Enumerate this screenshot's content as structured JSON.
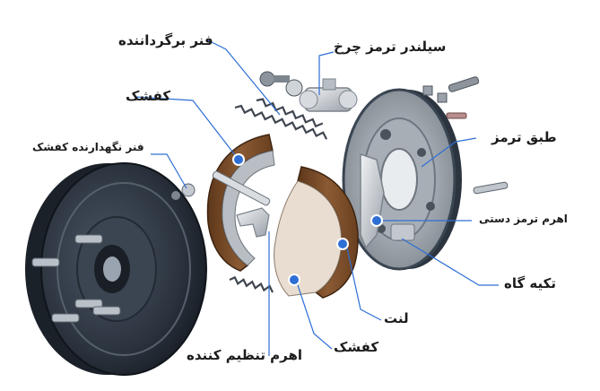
{
  "colors": {
    "leader": "#2e6fd6",
    "marker": "#2e6fd6",
    "label_text": "#1c1c1c",
    "drum": "#2c3440",
    "lining": "#7a4a25",
    "backing_plate": "#3a4552"
  },
  "labels": {
    "return_spring": "فنر برگرداننده",
    "wheel_cylinder": "سیلندر ترمز چرخ",
    "shoe_top": "کفشک",
    "hold_down_spring": "فنر نگهدارنده کفشک",
    "backing_plate": "طبق ترمز",
    "parking_lever": "اهرم ترمز دستی",
    "anchor": "تکیه گاه",
    "lining": "لنت",
    "shoe_bottom": "کفشک",
    "adjuster_lever": "اهرم تنظیم کننده"
  }
}
